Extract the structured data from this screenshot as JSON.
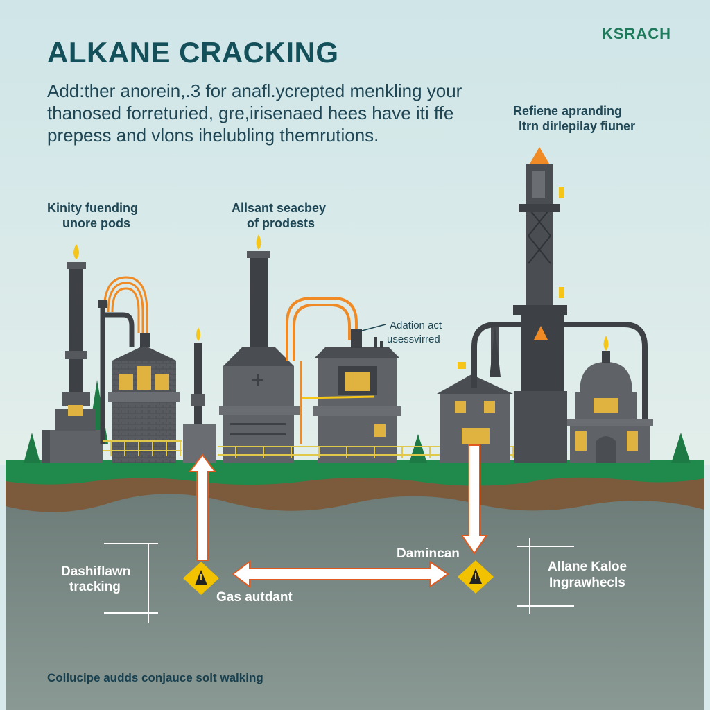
{
  "header": {
    "title": "ALKANE CRACKING",
    "brand": "KSRACH",
    "intro_lines": [
      "Add:ther anorein,.3 for anafl.ycrepted menkling your",
      "thanosed forreturied, gre,irisenaed hees have iti ffe",
      "prepess and vlons ihelubling themrutions."
    ]
  },
  "labels": {
    "refine_line1": "Refiene apranding",
    "refine_line2": "ltrn dirlepilay fiuner",
    "kinity_line1": "Kinity fuending",
    "kinity_line2": "unore pods",
    "allsant_line1": "Allsant seacbey",
    "allsant_line2": "of prodests",
    "adation_line1": "Adation act",
    "adation_line2": "usessvirred"
  },
  "ground_labels": {
    "left_line1": "Dashiflawn",
    "left_line2": "tracking",
    "gas": "Gas autdant",
    "damincan": "Damincan",
    "right_line1": "Allane Kaloe",
    "right_line2": "Ingrawhecls"
  },
  "footer": "Collucipe audds conjauce solt walking",
  "colors": {
    "sky": "#d7e9ea",
    "grass": "#1f8a4c",
    "soil": "#7a5a3a",
    "underground": "#6f7c78",
    "building": "#5f6368",
    "building_dark": "#3d4146",
    "flame": "#f5c518",
    "pipe_orange": "#f08a24",
    "warning": "#f2c200"
  }
}
